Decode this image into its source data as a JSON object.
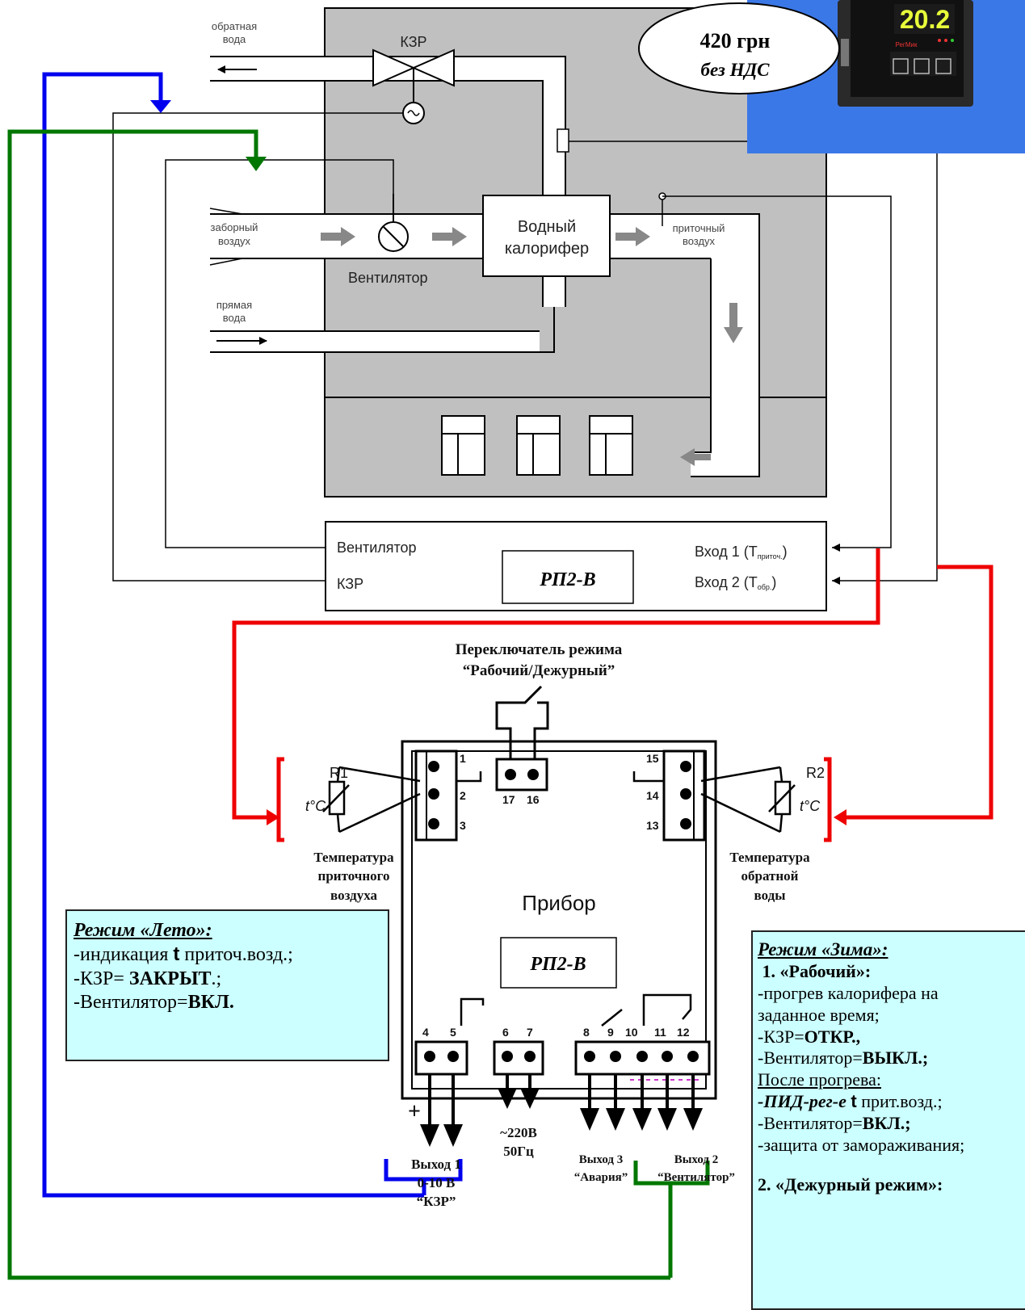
{
  "price": {
    "amount": "420 грн",
    "note": "без НДС"
  },
  "device_display": {
    "value": "20.2",
    "brand": "РегМик"
  },
  "ventilation": {
    "return_water": [
      "обратная",
      "вода"
    ],
    "valve": "КЗР",
    "intake_air": [
      "заборный",
      "воздух"
    ],
    "fan": "Вентилятор",
    "heater": [
      "Водный",
      "калорифер"
    ],
    "supply_air": [
      "приточный",
      "воздух"
    ],
    "direct_water": [
      "прямая",
      "вода"
    ]
  },
  "controller_block": {
    "fan_label": "Вентилятор",
    "valve_label": "КЗР",
    "model": "РП2-В",
    "input1": "Вход 1 (T",
    "input1_sub": "приточ.",
    "input2": "Вход 2 (T",
    "input2_sub": "обр.",
    "close_paren": ")"
  },
  "wiring": {
    "mode_switch": [
      "Переключатель режима",
      "“Рабочий/Дежурный”"
    ],
    "r1": "R1",
    "r2": "R2",
    "tc": "t°C",
    "t_supply": [
      "Температура",
      "приточного",
      "воздуха"
    ],
    "t_return": [
      "Температура",
      "обратной",
      "воды"
    ],
    "device_title": "Прибор",
    "device_model": "РП2-В",
    "terminals_left": [
      "1",
      "2",
      "3"
    ],
    "terminals_right": [
      "15",
      "14",
      "13"
    ],
    "terminals_top": [
      "17",
      "16"
    ],
    "terminals_bottom": [
      "4",
      "5",
      "6",
      "7",
      "8",
      "9",
      "10",
      "11",
      "12"
    ],
    "plus": "+",
    "out1": [
      "Выход 1",
      "0-10 В",
      "“КЗР”"
    ],
    "power": [
      "~220В",
      "50Гц"
    ],
    "out3": [
      "Выход 3",
      "“Авария”"
    ],
    "out2": [
      "Выход 2",
      "“Вентилятор”"
    ]
  },
  "summer": {
    "title": "Режим «Лето»:",
    "l1_pre": "-индикация ",
    "l1_b": "t",
    "l1_post": " приточ.возд.;",
    "l2_pre": "-КЗР= ",
    "l2_b": "ЗАКРЫТ",
    "l2_post": ".;",
    "l3_pre": "-Вентилятор=",
    "l3_b": "ВКЛ."
  },
  "winter": {
    "title": "Режим «Зима»:",
    "work": " 1. «Рабочий»:",
    "w1": "-прогрев калорифера на",
    "w2": "заданное время;",
    "w3_pre": "-КЗР=",
    "w3_b": "ОТКР.,",
    "w4_pre": "-Вентилятор=",
    "w4_b": "ВЫКЛ.;",
    "after": "После прогрева:",
    "w5_bi": "-ПИД-рег-е ",
    "w5_b": "t",
    "w5_post": " прит.возд.;",
    "w6_pre": "-Вентилятор=",
    "w6_b": "ВКЛ.;",
    "w7": "-защита от замораживания;",
    "duty": "2. «Дежурный режим»:"
  }
}
